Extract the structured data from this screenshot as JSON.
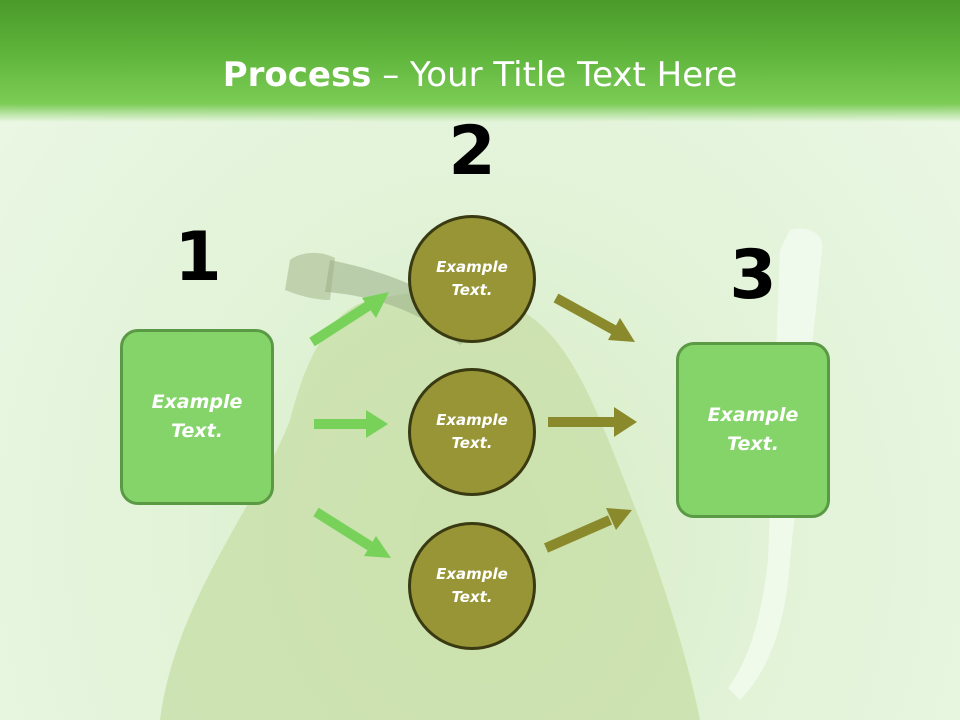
{
  "title": {
    "bold": "Process",
    "rest": " – Your Title Text Here"
  },
  "steps": {
    "one": "1",
    "two": "2",
    "three": "3"
  },
  "left_box": {
    "text": "Example\nText."
  },
  "right_box": {
    "text": "Example\nText."
  },
  "circles": [
    {
      "text": "Example\nText."
    },
    {
      "text": "Example\nText."
    },
    {
      "text": "Example\nText."
    }
  ],
  "colors": {
    "header_green": "#5fb53c",
    "box_green": "#85d46a",
    "circle_olive": "#979535",
    "arrow_green": "#78d25a",
    "arrow_olive": "#8a8a2c"
  }
}
